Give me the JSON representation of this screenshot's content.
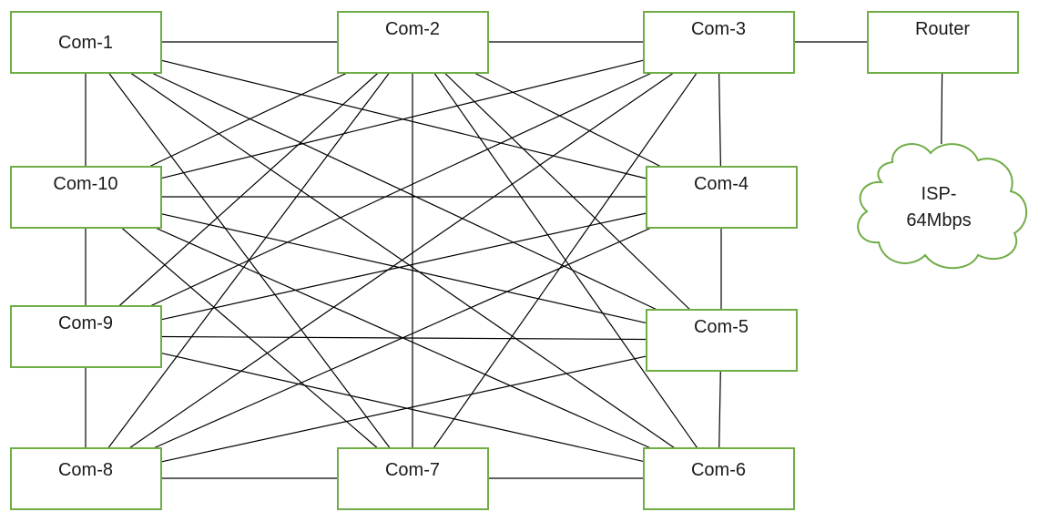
{
  "nodes": [
    {
      "id": "com-1",
      "label": "Com-1"
    },
    {
      "id": "com-2",
      "label": "Com-2"
    },
    {
      "id": "com-3",
      "label": "Com-3"
    },
    {
      "id": "router",
      "label": "Router"
    },
    {
      "id": "com-10",
      "label": "Com-10"
    },
    {
      "id": "com-4",
      "label": "Com-4"
    },
    {
      "id": "com-9",
      "label": "Com-9"
    },
    {
      "id": "com-5",
      "label": "Com-5"
    },
    {
      "id": "com-8",
      "label": "Com-8"
    },
    {
      "id": "com-7",
      "label": "Com-7"
    },
    {
      "id": "com-6",
      "label": "Com-6"
    }
  ],
  "cloud": {
    "id": "isp",
    "label_line1": "ISP-",
    "label_line2": "64Mbps"
  },
  "links": [
    [
      "com-1",
      "com-2"
    ],
    [
      "com-2",
      "com-3"
    ],
    [
      "com-3",
      "router"
    ],
    [
      "router",
      "isp"
    ],
    [
      "com-1",
      "com-10"
    ],
    [
      "com-10",
      "com-9"
    ],
    [
      "com-9",
      "com-8"
    ],
    [
      "com-3",
      "com-4"
    ],
    [
      "com-4",
      "com-5"
    ],
    [
      "com-5",
      "com-6"
    ],
    [
      "com-8",
      "com-7"
    ],
    [
      "com-7",
      "com-6"
    ],
    [
      "com-1",
      "com-4"
    ],
    [
      "com-1",
      "com-5"
    ],
    [
      "com-1",
      "com-6"
    ],
    [
      "com-1",
      "com-7"
    ],
    [
      "com-2",
      "com-10"
    ],
    [
      "com-2",
      "com-9"
    ],
    [
      "com-2",
      "com-8"
    ],
    [
      "com-2",
      "com-7"
    ],
    [
      "com-2",
      "com-6"
    ],
    [
      "com-2",
      "com-5"
    ],
    [
      "com-2",
      "com-4"
    ],
    [
      "com-3",
      "com-10"
    ],
    [
      "com-3",
      "com-9"
    ],
    [
      "com-3",
      "com-8"
    ],
    [
      "com-3",
      "com-7"
    ],
    [
      "com-10",
      "com-4"
    ],
    [
      "com-10",
      "com-5"
    ],
    [
      "com-10",
      "com-6"
    ],
    [
      "com-10",
      "com-7"
    ],
    [
      "com-9",
      "com-4"
    ],
    [
      "com-9",
      "com-5"
    ],
    [
      "com-9",
      "com-6"
    ],
    [
      "com-8",
      "com-4"
    ],
    [
      "com-8",
      "com-5"
    ]
  ]
}
